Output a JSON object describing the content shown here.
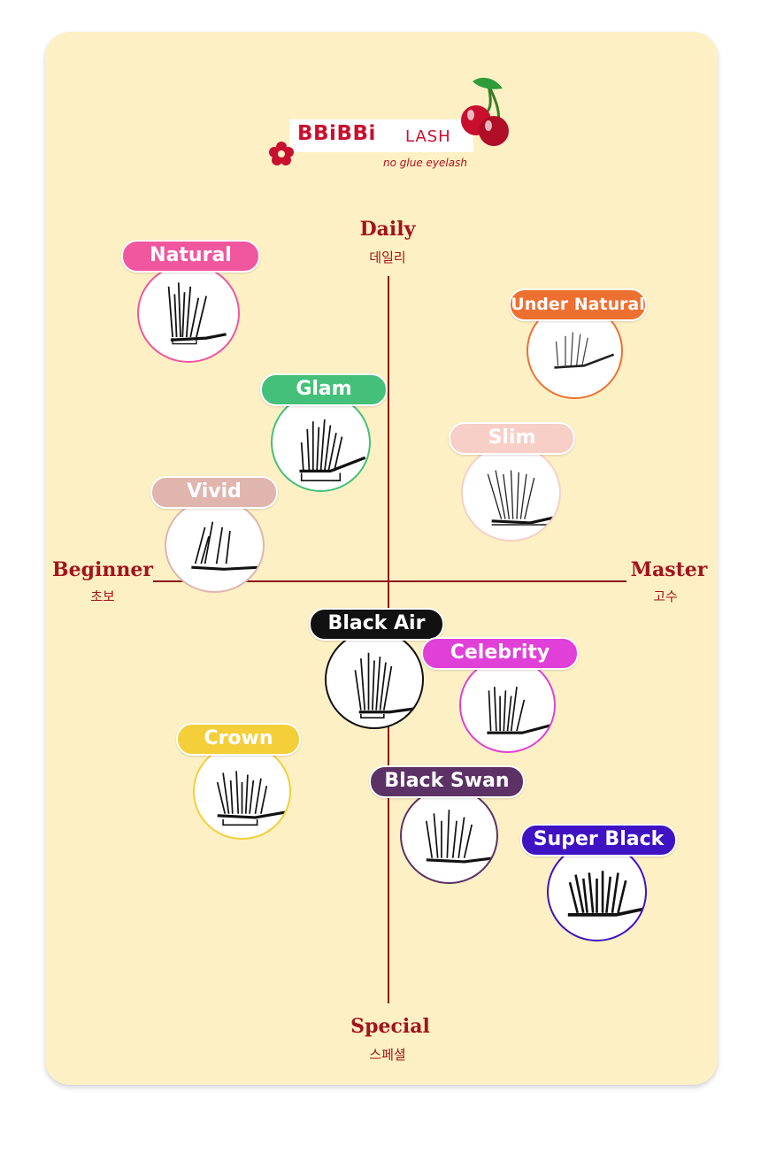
{
  "brand": {
    "name": "BBiBBi",
    "suffix": "LASH",
    "tagline": "no glue eyelash"
  },
  "axes": {
    "top": {
      "en": "Daily",
      "ko": "데일리"
    },
    "bottom": {
      "en": "Special",
      "ko": "스페셜"
    },
    "left": {
      "en": "Beginner",
      "ko": "초보"
    },
    "right": {
      "en": "Master",
      "ko": "고수"
    }
  },
  "products": [
    {
      "name": "Natural",
      "color": "#f0579e"
    },
    {
      "name": "Under Natural",
      "color": "#ee7030"
    },
    {
      "name": "Glam",
      "color": "#45c07a"
    },
    {
      "name": "Slim",
      "color": "#f7cfc6"
    },
    {
      "name": "Vivid",
      "color": "#dfb5ad"
    },
    {
      "name": "Black Air",
      "color": "#111111"
    },
    {
      "name": "Celebrity",
      "color": "#e040d8"
    },
    {
      "name": "Crown",
      "color": "#f4cf3a"
    },
    {
      "name": "Black Swan",
      "color": "#5c3266"
    },
    {
      "name": "Super Black",
      "color": "#3f12c4"
    }
  ]
}
